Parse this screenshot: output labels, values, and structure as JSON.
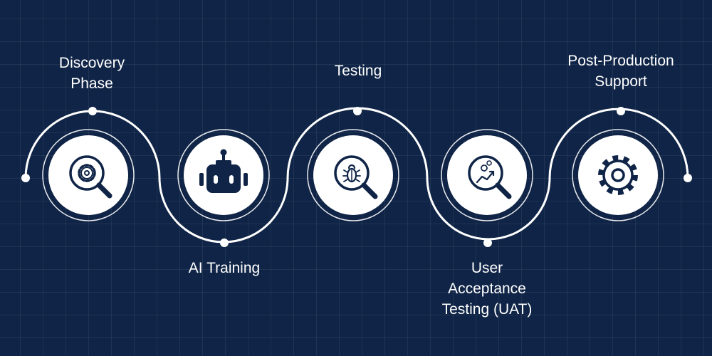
{
  "colors": {
    "background": "#0f2446",
    "grid": "rgba(255,255,255,0.07)",
    "line": "#ffffff",
    "icon": "#0f2446"
  },
  "steps": [
    {
      "lines": [
        "Discovery",
        "Phase"
      ],
      "icon": "search-gear-icon"
    },
    {
      "lines": [
        "AI Training"
      ],
      "icon": "robot-icon"
    },
    {
      "lines": [
        "Testing"
      ],
      "icon": "search-bug-icon"
    },
    {
      "lines": [
        "User",
        "Acceptance",
        "Testing (UAT)"
      ],
      "icon": "search-growth-icon"
    },
    {
      "lines": [
        "Post-Production",
        "Support"
      ],
      "icon": "gear-icon"
    }
  ]
}
